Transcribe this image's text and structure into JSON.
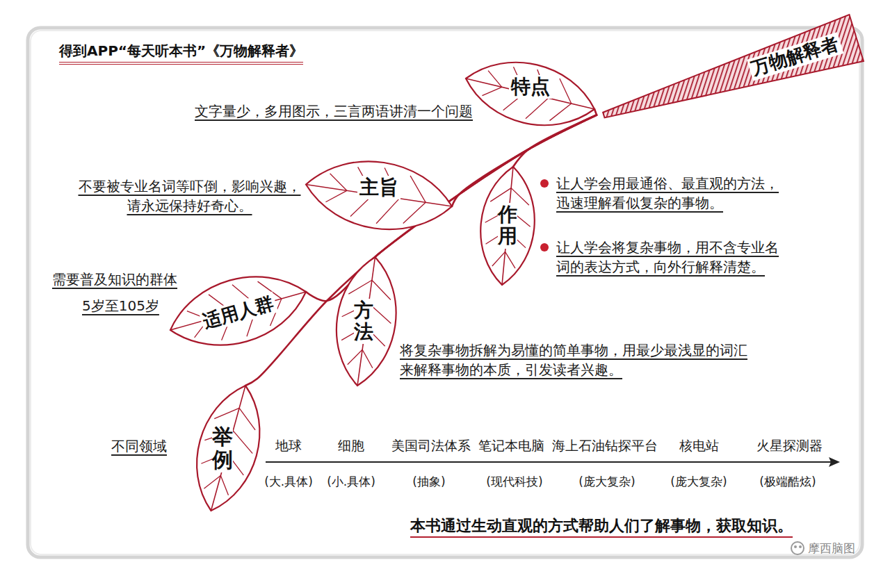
{
  "diagram": {
    "title": "得到APP“每天听本书”《万物解释者》",
    "caption": "本书通过生动直观的方式帮助人们了解事物，获取知识。",
    "nodes": [
      {
        "text": [
          "万物解释者"
        ]
      },
      {
        "text": [
          "特点"
        ]
      },
      {
        "text": [
          "主旨"
        ]
      },
      {
        "text": [
          "作用"
        ]
      },
      {
        "text": [
          "适用人群"
        ]
      },
      {
        "text": [
          "方法"
        ]
      },
      {
        "text": [
          "举例"
        ]
      }
    ],
    "edges": [
      {
        "from": 0,
        "to": 1,
        "arrow": "none"
      },
      {
        "from": 0,
        "to": 2,
        "arrow": "none"
      },
      {
        "from": 0,
        "to": 3,
        "arrow": "none"
      },
      {
        "from": 0,
        "to": 4,
        "arrow": "none"
      },
      {
        "from": 0,
        "to": 5,
        "arrow": "none"
      },
      {
        "from": 0,
        "to": 6,
        "arrow": "none"
      }
    ],
    "labels": [
      "文字量少，多用图示，三言两语讲清一个问题",
      "不要被专业名词等吓倒，影响兴趣，请永远保持好奇心。",
      "让人学会用最通俗、最直观的方法，迅速理解看似复杂的事物。",
      "让人学会将复杂事物，用不含专业名词的表达方式，向外行解释清楚。",
      "需要普及知识的群体",
      "5岁至105岁",
      "将复杂事物拆解为易懂的简单事物，用最少最浅显的词汇来解释事物的本质，引发读者兴趣。",
      "不同领域",
      "地球",
      "(大.具体)",
      "细胞",
      "(小.具体)",
      "美国司法体系",
      "(抽象)",
      "笔记本电脑",
      "(现代科技)",
      "海上石油钻探平台",
      "(庞大复杂)",
      "核电站",
      "(庞大复杂)",
      "火星探测器",
      "(极端酷炫)",
      "摩西脑图"
    ]
  }
}
